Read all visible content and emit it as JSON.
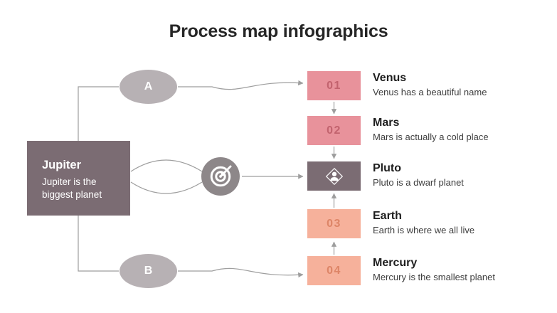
{
  "title": "Process map infographics",
  "jupiter": {
    "name": "Jupiter",
    "description": "Jupiter is the biggest planet"
  },
  "branch_a": "A",
  "branch_b": "B",
  "steps": [
    {
      "badge": "01",
      "name": "Venus",
      "description": "Venus has a beautiful name",
      "box_color": "#e8929b",
      "badge_color": "#c2636e"
    },
    {
      "badge": "02",
      "name": "Mars",
      "description": "Mars is actually a cold place",
      "box_color": "#e8929b",
      "badge_color": "#c2636e"
    },
    {
      "badge": "",
      "icon": "person-icon",
      "name": "Pluto",
      "description": "Pluto is a dwarf planet",
      "box_color": "#7b6c73"
    },
    {
      "badge": "03",
      "name": "Earth",
      "description": "Earth is where we all live",
      "box_color": "#f6b19b",
      "badge_color": "#dd8567"
    },
    {
      "badge": "04",
      "name": "Mercury",
      "description": "Mercury is the smallest planet",
      "box_color": "#f6b19b",
      "badge_color": "#dd8567"
    }
  ],
  "colors": {
    "jupiter_box": "#7b6c73",
    "ellipse": "#b7b1b4",
    "target_circle": "#8d8789",
    "connector": "#9e9e9e",
    "title_text": "#262626"
  }
}
